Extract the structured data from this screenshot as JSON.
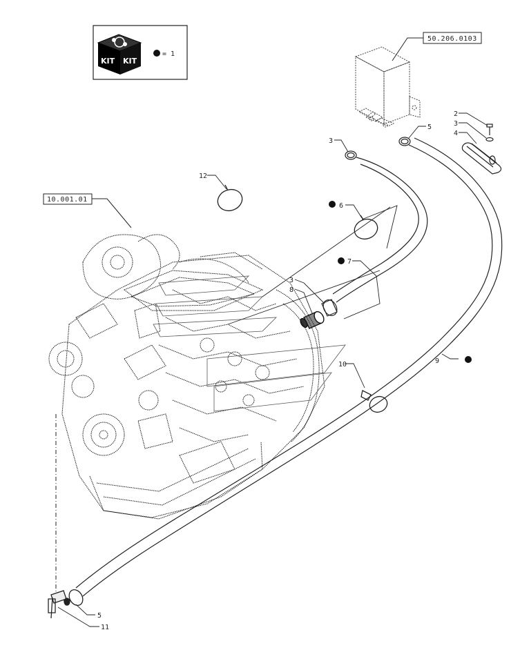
{
  "kit_legend": {
    "kit_word_1": "KIT",
    "kit_word_2": "KIT",
    "equals_text": "= 1"
  },
  "references": {
    "engine_ref": "10.001.01",
    "module_ref": "50.206.0103"
  },
  "callouts": {
    "c1": "2",
    "c2": "3",
    "c3": "4",
    "c4": "3",
    "c5": "5",
    "c6": "12",
    "c7": "6",
    "c8": "7",
    "c9": "3",
    "c10": "8",
    "c11": "10",
    "c12": "9",
    "c13": "5",
    "c14": "11"
  }
}
